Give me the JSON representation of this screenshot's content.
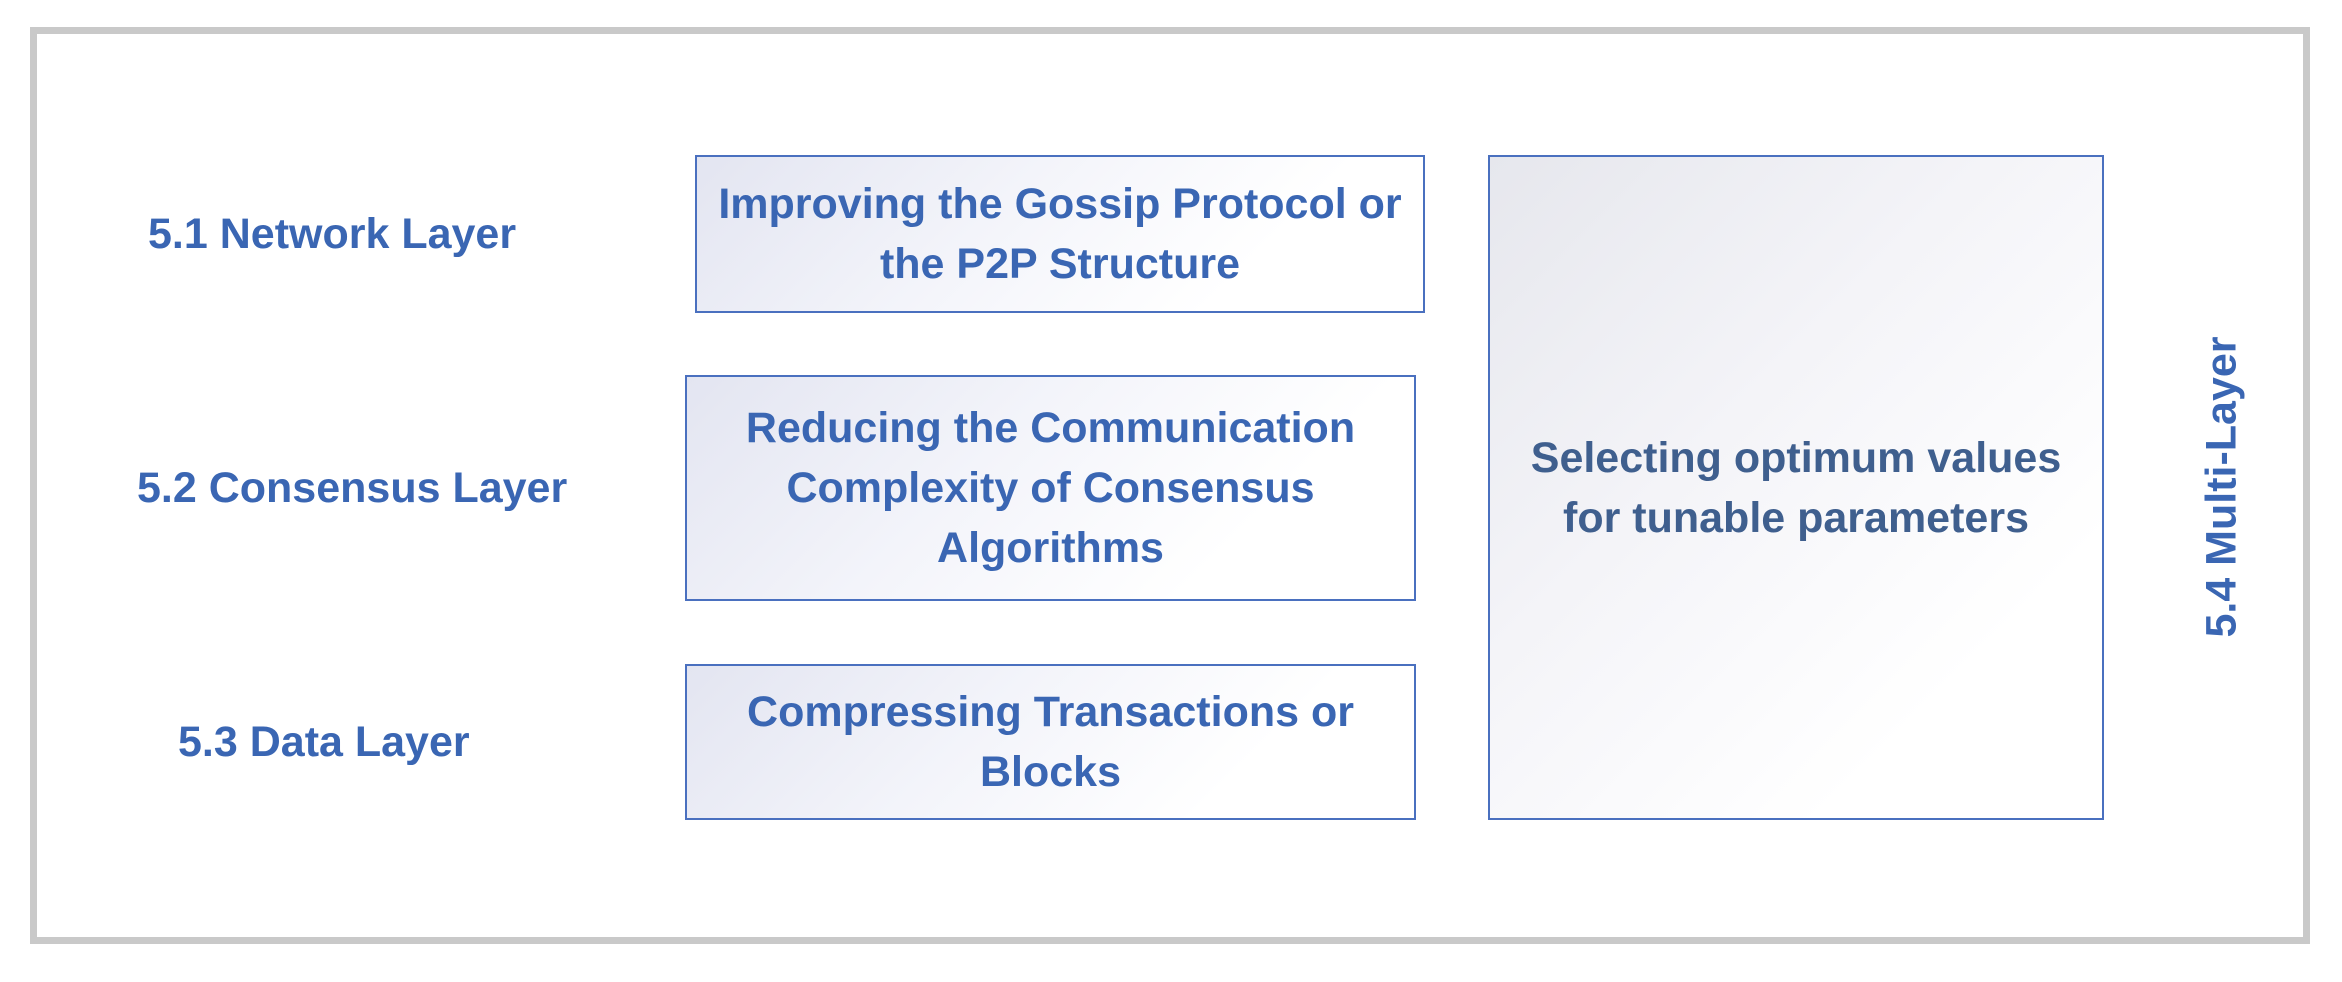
{
  "layers": {
    "network": "5.1 Network Layer",
    "consensus": "5.2 Consensus Layer",
    "data": "5.3 Data Layer",
    "multi": "5.4 Multi-Layer"
  },
  "boxes": {
    "gossip": "Improving the Gossip Protocol or the P2P Structure",
    "communication": "Reducing the Communication Complexity of Consensus Algorithms",
    "compressing": "Compressing Transactions or Blocks",
    "tunable": "Selecting optimum values for tunable parameters"
  },
  "colors": {
    "label_blue": "#3a66b3",
    "multi_text": "#3f5f8e",
    "box_border": "#4a70bf",
    "frame_border": "#c9c9c9"
  }
}
